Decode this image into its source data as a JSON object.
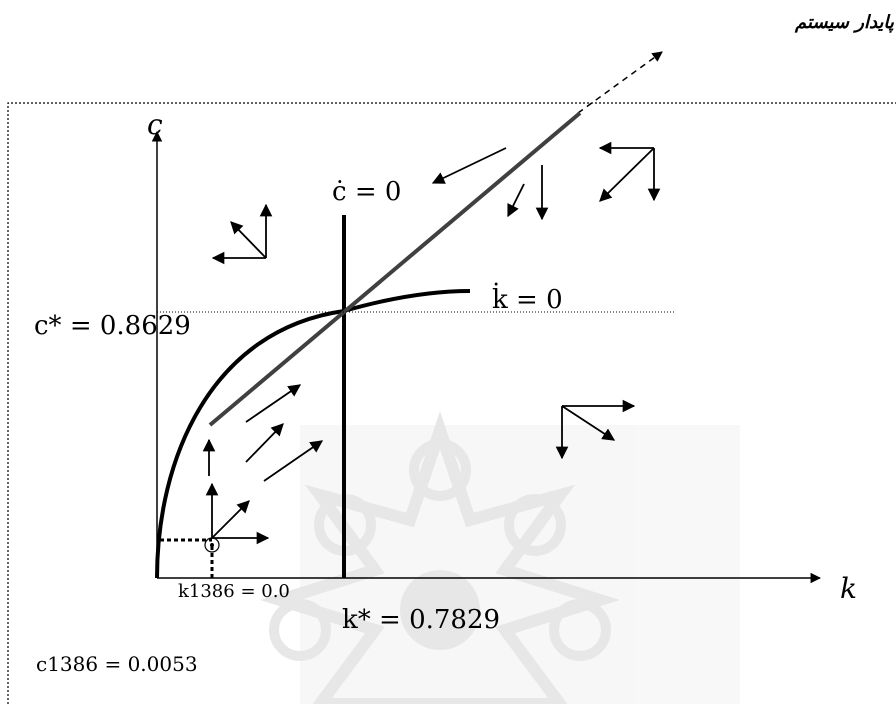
{
  "title": "بازوی پایدار سیستم",
  "axes": {
    "y_label": "c",
    "x_label": "k"
  },
  "loci": {
    "c_dot": "ċ = 0",
    "k_dot": "k̇ = 0"
  },
  "steady_state": {
    "c_star": "c* = 0.8629",
    "k_star": "k* = 0.7829"
  },
  "initial": {
    "k1386": "k1386 = 0.0",
    "c1386": "c1386 = 0.0053"
  },
  "colors": {
    "curve": "#000000",
    "saddle_path": "#404040",
    "watermark": "#d8d8d8"
  }
}
